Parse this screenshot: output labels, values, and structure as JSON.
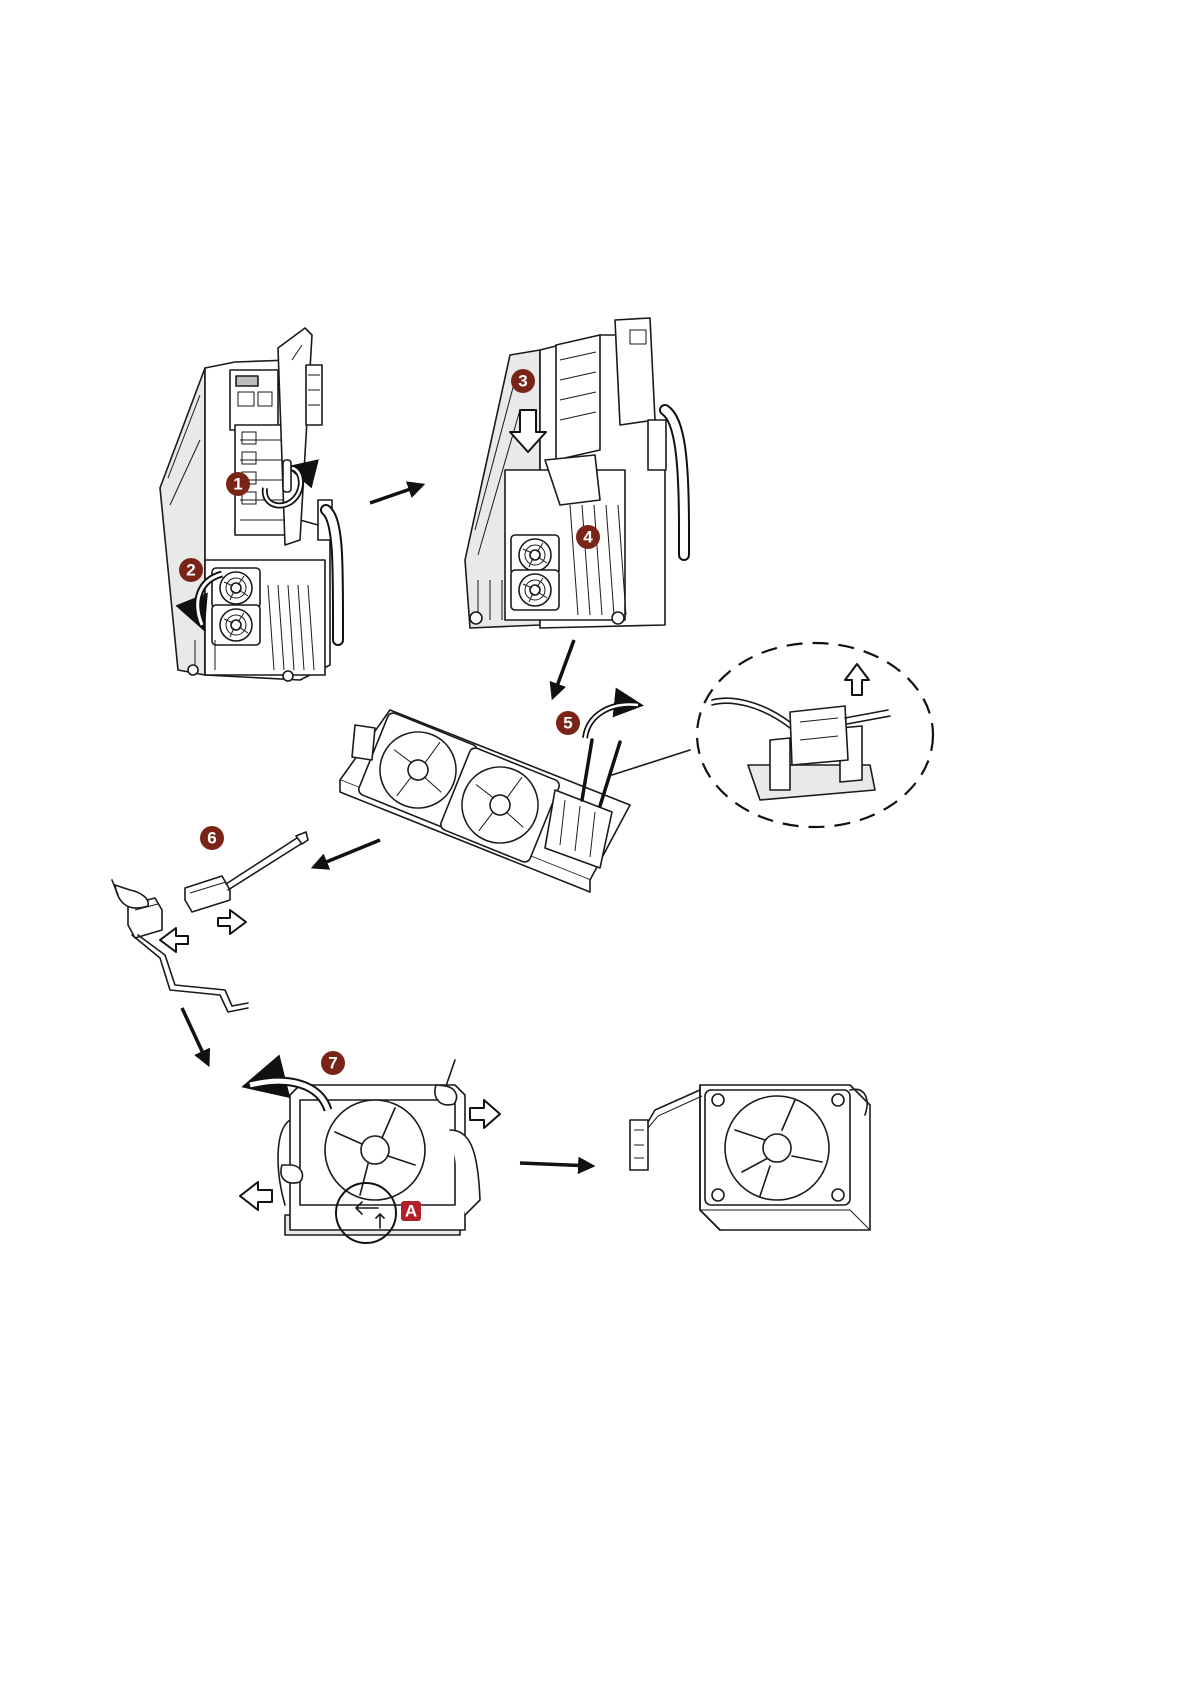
{
  "steps": [
    {
      "number": "1"
    },
    {
      "number": "2"
    },
    {
      "number": "3"
    },
    {
      "number": "4"
    },
    {
      "number": "5"
    },
    {
      "number": "6"
    },
    {
      "number": "7"
    }
  ],
  "callout": {
    "label": "A"
  },
  "colors": {
    "step_badge": "#7a2418",
    "callout_badge": "#b3202a",
    "line": "#1a1a1a"
  }
}
